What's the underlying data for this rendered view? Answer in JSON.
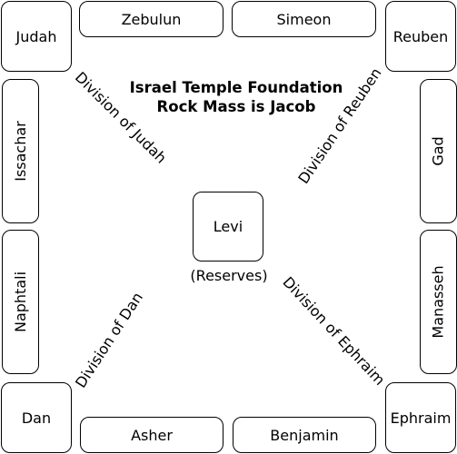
{
  "title": {
    "line1": "Israel Temple Foundation",
    "line2": "Rock Mass is Jacob"
  },
  "tribes": {
    "judah": "Judah",
    "zebulun": "Zebulun",
    "simeon": "Simeon",
    "reuben": "Reuben",
    "issachar": "Issachar",
    "gad": "Gad",
    "levi": "Levi",
    "naphtali": "Naphtali",
    "manasseh": "Manasseh",
    "dan": "Dan",
    "asher": "Asher",
    "benjamin": "Benjamin",
    "ephraim": "Ephraim"
  },
  "reserves": "(Reserves)",
  "divisions": {
    "judah": "Division of Judah",
    "reuben": "Division of Reuben",
    "dan": "Division of Dan",
    "ephraim": "Division of Ephraim"
  }
}
